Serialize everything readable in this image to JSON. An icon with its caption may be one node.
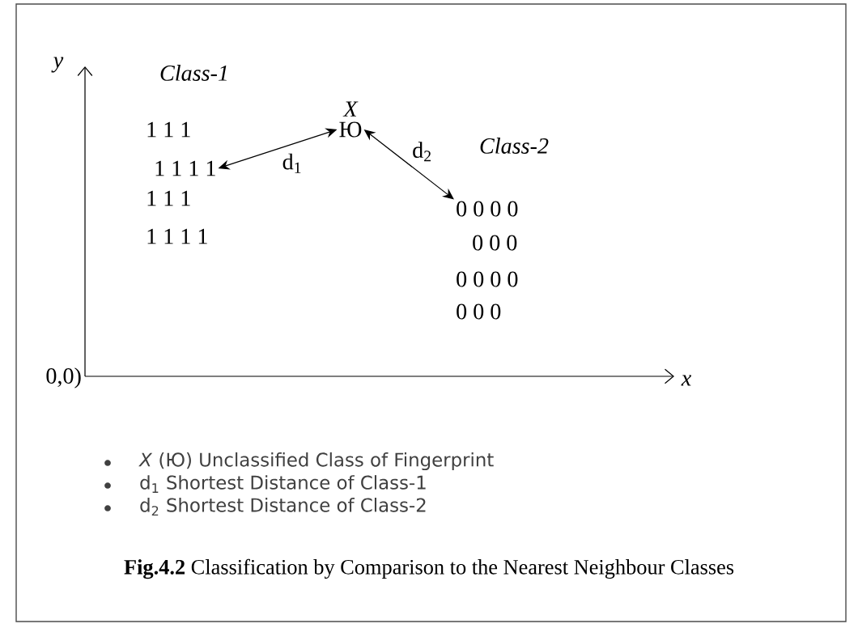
{
  "diagram": {
    "caption": "**Fig.4.2** Classification by Comparison to the Nearest Neighbour Classes",
    "nodes": [
      {
        "text": [
          "Ю"
        ],
        "beside": [
          "X"
        ]
      },
      {
        "text": [
          "1 1 1 1"
        ]
      },
      {
        "text": [
          "0 0 0 0"
        ]
      }
    ],
    "edges": [
      {
        "from": 1,
        "to": 0,
        "arrow": "both",
        "label": "d$_{1}$"
      },
      {
        "from": 0,
        "to": 2,
        "arrow": "both",
        "label": "d$_{2}$"
      }
    ],
    "labels": [
      "y",
      "Class-1",
      "1 1 1",
      "1 1 1",
      "1 1 1 1",
      "Class-2",
      "0 0 0",
      "0 0 0 0",
      "0 0 0",
      "0,0)",
      "x",
      "*X* (Ю) Unclassified Class of Fingerprint",
      "d$_{1}$ Shortest Distance of Class-1",
      "d$_{2}$ Shortest Distance of Class-2"
    ]
  }
}
